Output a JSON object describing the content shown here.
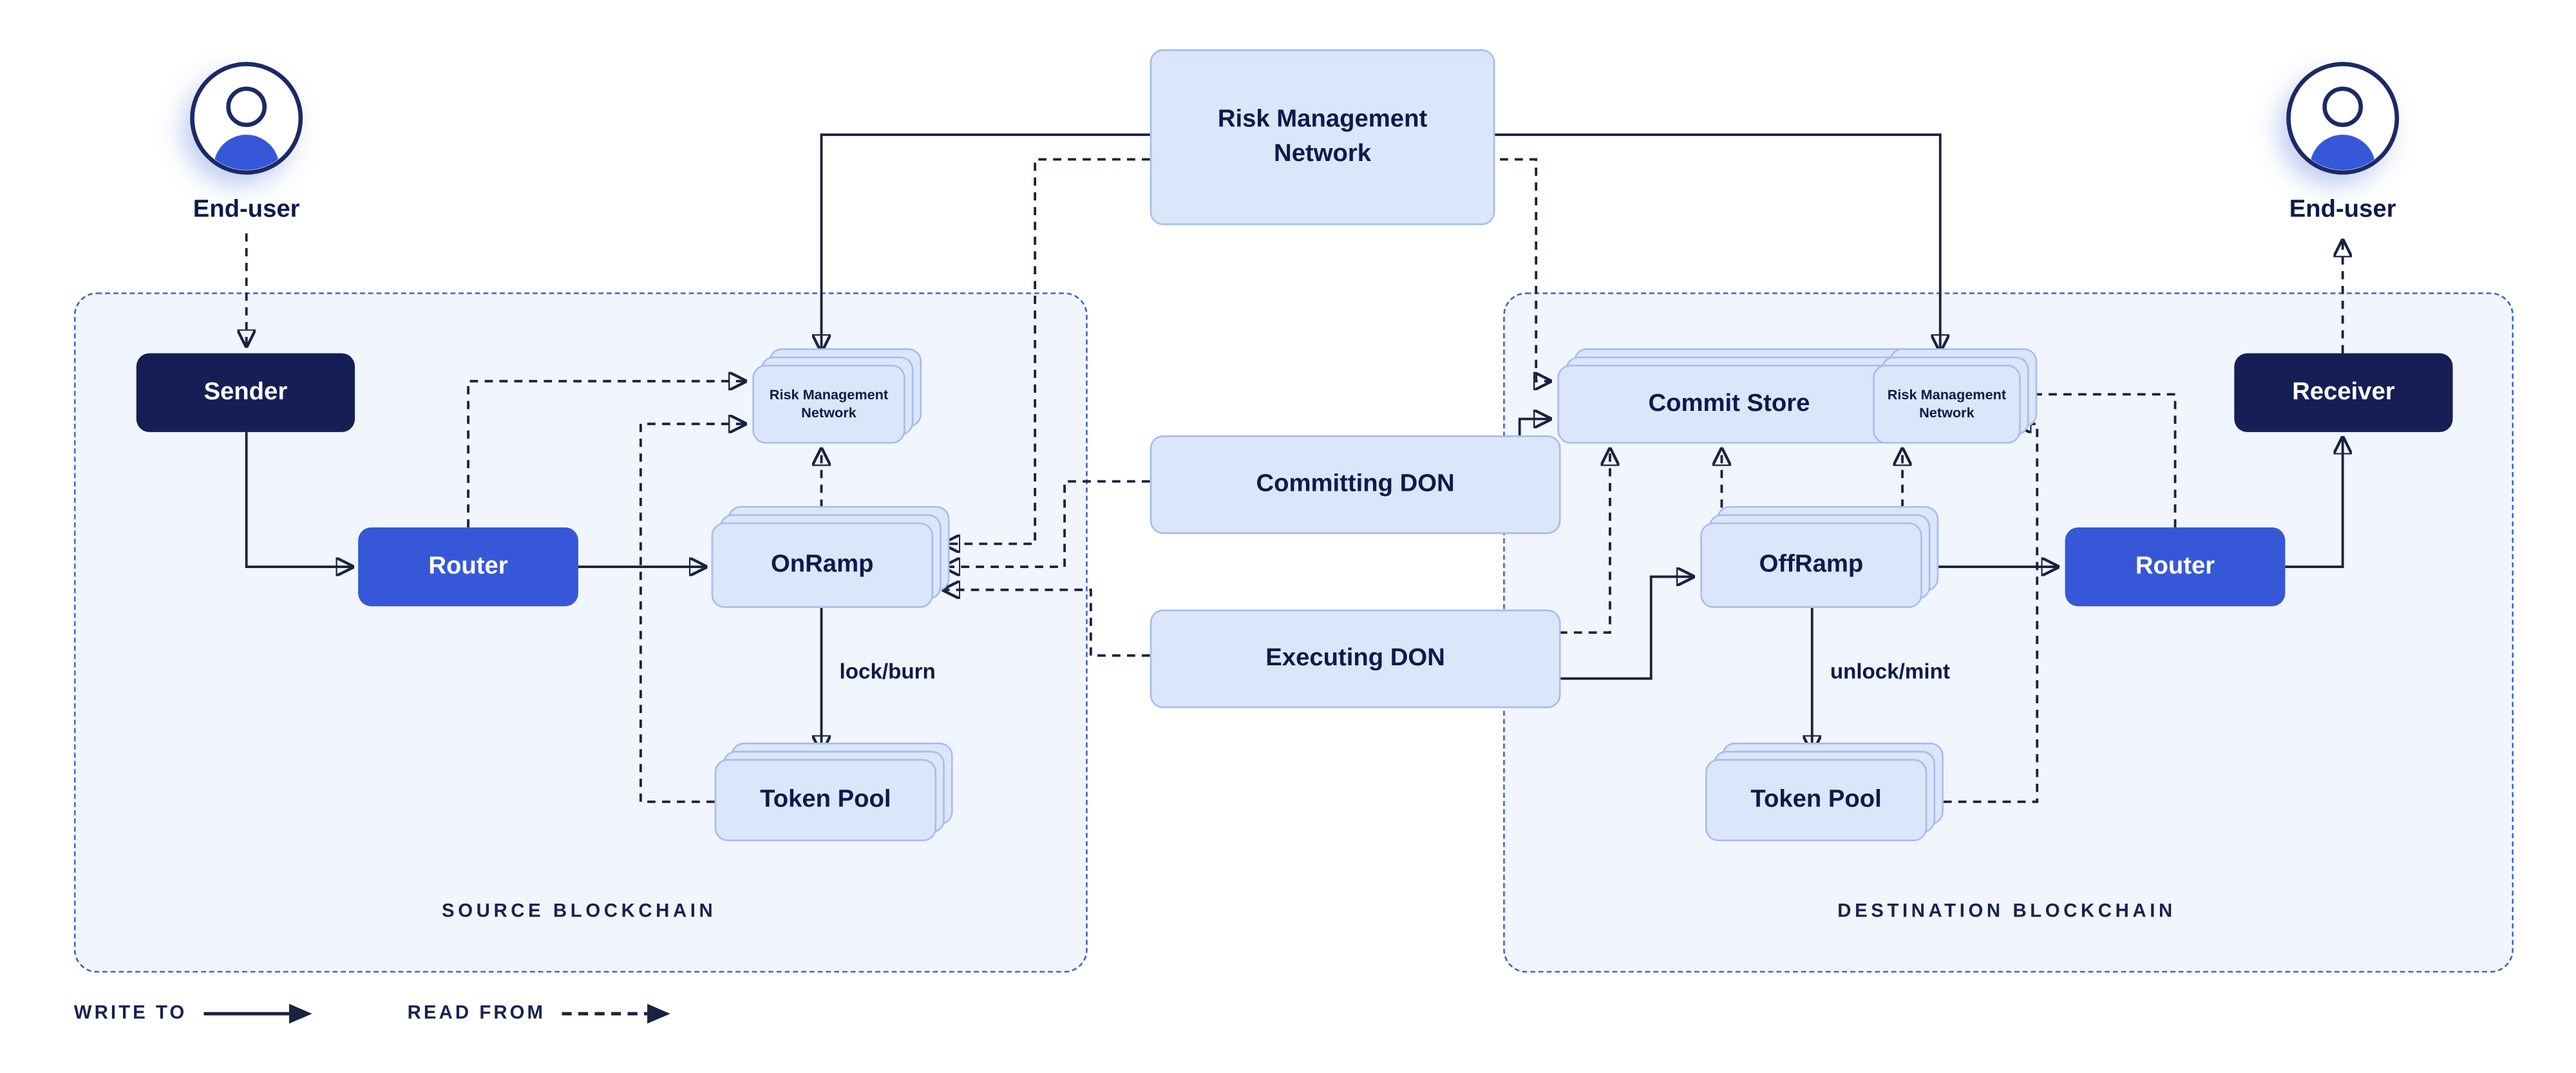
{
  "top": {
    "risk_management_network": "Risk Management Network",
    "end_user_left": "End-user",
    "end_user_right": "End-user"
  },
  "offchain": {
    "committing_don": "Committing DON",
    "executing_don": "Executing DON"
  },
  "source": {
    "label": "SOURCE BLOCKCHAIN",
    "sender": "Sender",
    "router": "Router",
    "risk_management_network": "Risk Management Network",
    "onramp": "OnRamp",
    "token_pool": "Token Pool",
    "edge_label": "lock/burn"
  },
  "destination": {
    "label": "DESTINATION BLOCKCHAIN",
    "commit_store": "Commit Store",
    "risk_management_network": "Risk Management Network",
    "offramp": "OffRamp",
    "router": "Router",
    "receiver": "Receiver",
    "token_pool": "Token Pool",
    "edge_label": "unlock/mint"
  },
  "legend": {
    "write_to": "WRITE TO",
    "read_from": "READ FROM"
  },
  "colors": {
    "navy": "#151f55",
    "accent_blue": "#3658d8",
    "light_fill": "#dbe6fa",
    "light_border": "#a6bbf0",
    "container_fill": "#f1f5fd",
    "container_border": "#3e5dd8",
    "line": "#1a2240"
  }
}
